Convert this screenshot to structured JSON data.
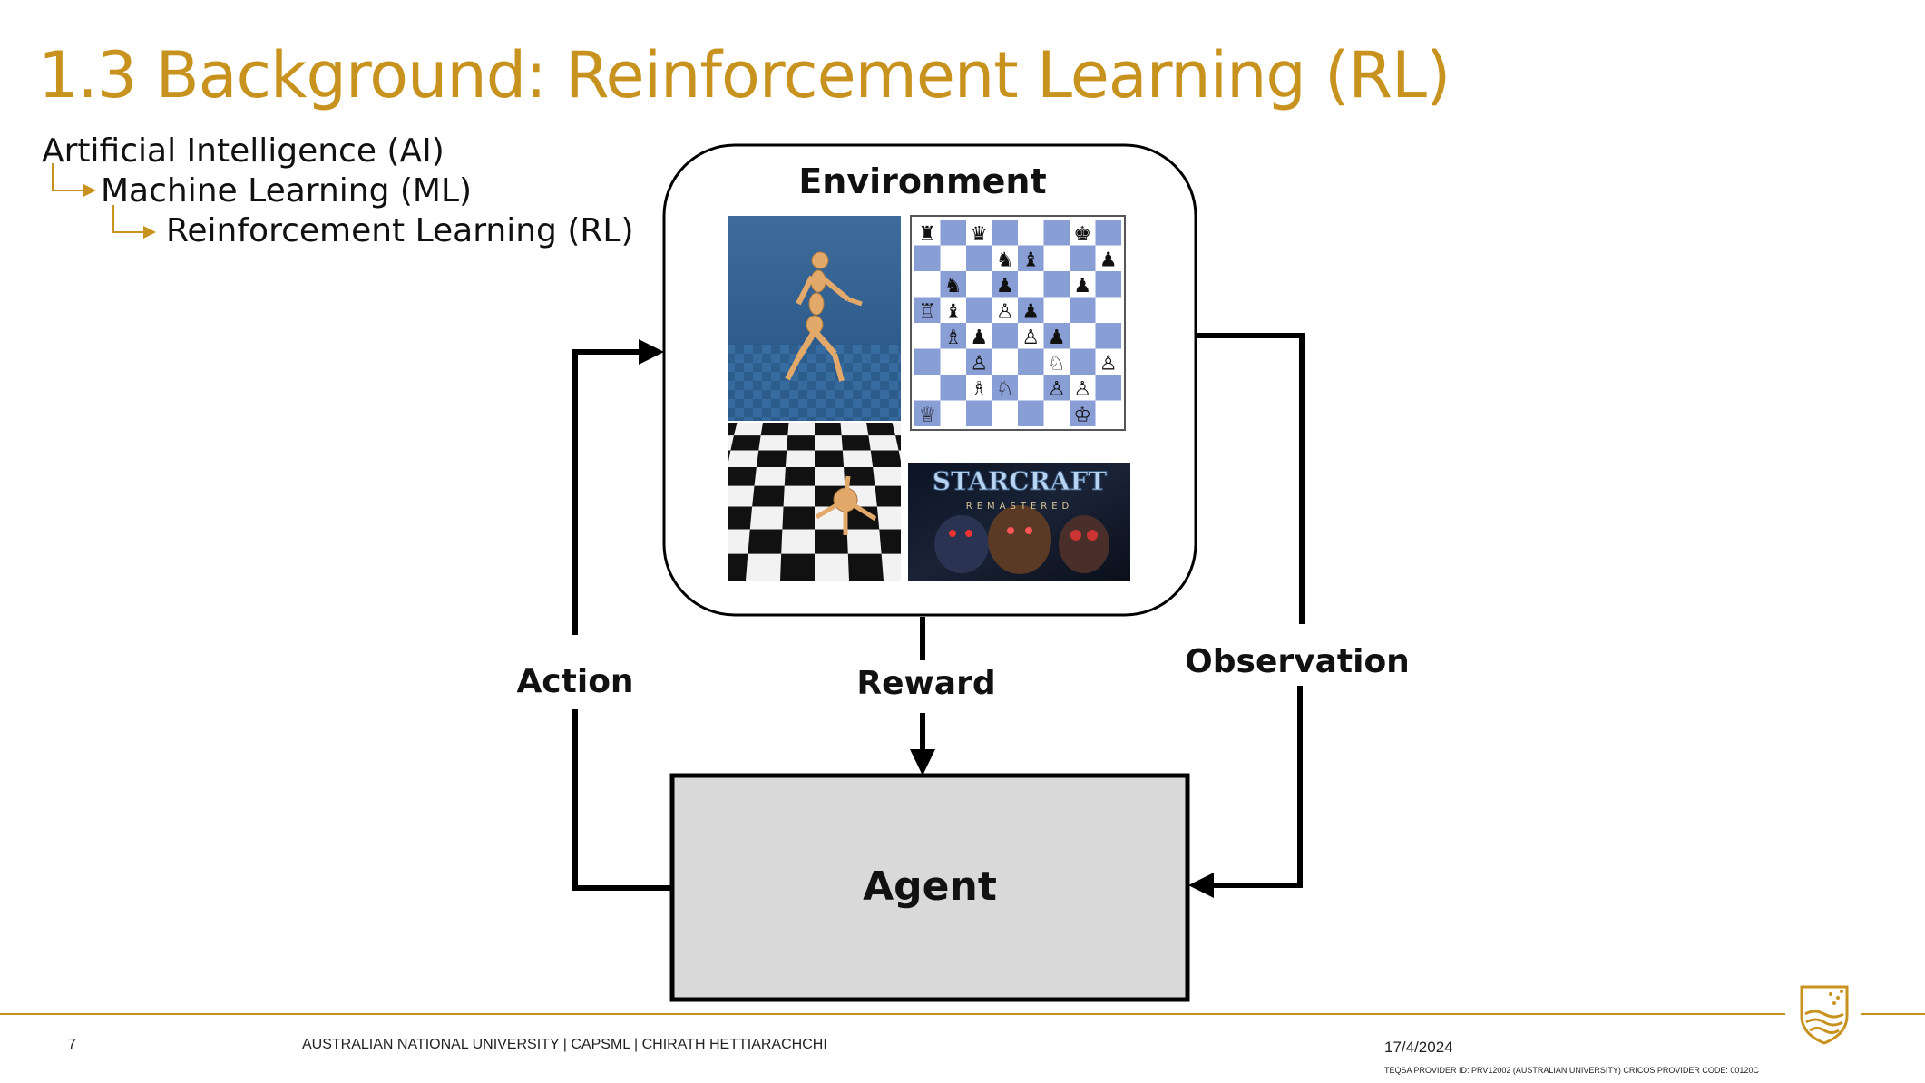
{
  "slide": {
    "title": "1.3 Background: Reinforcement Learning (RL)"
  },
  "hierarchy": {
    "level1": "Artificial Intelligence (AI)",
    "level2": "Machine Learning (ML)",
    "level3": "Reinforcement Learning (RL)"
  },
  "diagram": {
    "environment_label": "Environment",
    "agent_label": "Agent",
    "action_label": "Action",
    "reward_label": "Reward",
    "observation_label": "Observation",
    "starcraft_logo": "STARCRAFT",
    "starcraft_sub": "REMASTERED"
  },
  "footer": {
    "page_number": "7",
    "left_text": "AUSTRALIAN NATIONAL UNIVERSITY |   CAPSML   |   CHIRATH HETTIARACHCHI",
    "date": "17/4/2024",
    "teqsa": "TEQSA PROVIDER ID: PRV12002 (AUSTRALIAN UNIVERSITY) CRICOS PROVIDER CODE: 00120C"
  },
  "colors": {
    "accent": "#C8921E",
    "agent_fill": "#D9D9D9",
    "chess_dark": "#8A9ED6",
    "chess_light": "#FFFFFF"
  }
}
